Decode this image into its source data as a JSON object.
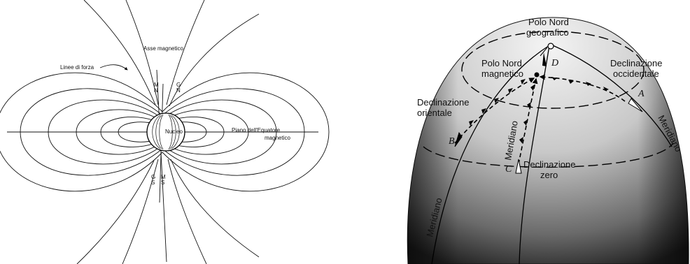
{
  "left_diagram": {
    "labels": {
      "asse_magnetico": "Asse magnetico",
      "linee_di_forza": "Linee di forza",
      "piano_line1": "Piano dell'Equatore",
      "piano_line2": "magnetico",
      "nucleo": "Nucleo",
      "m_top": "M",
      "n_top1": "N",
      "g_top": "G",
      "n_top2": "N",
      "g_bot": "G",
      "s_bot1": "S",
      "m_bot": "M",
      "s_bot2": "S"
    }
  },
  "right_diagram": {
    "labels": {
      "polo_nord_geo_1": "Polo Nord",
      "polo_nord_geo_2": "geografico",
      "polo_nord_mag_1": "Polo Nord",
      "polo_nord_mag_2": "magnetico",
      "decl_occ_1": "Declinazione",
      "decl_occ_2": "occidentale",
      "decl_ori_1": "Declinazione",
      "decl_ori_2": "orientale",
      "decl_zero_1": "Declinazione",
      "decl_zero_2": "zero",
      "meridiano_left": "Meridiano",
      "meridiano_center": "Meridiano",
      "meridiano_right": "Meridiano",
      "point_a": "A",
      "point_b": "B",
      "point_c": "C",
      "point_d": "D"
    }
  }
}
